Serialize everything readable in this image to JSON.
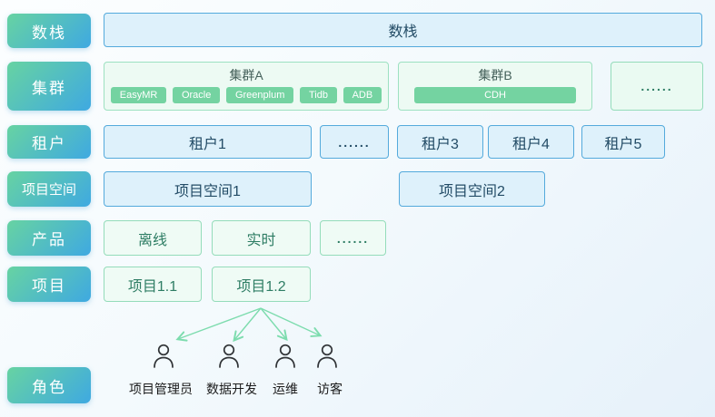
{
  "colors": {
    "accent_gradient_start": "#67d3a2",
    "accent_gradient_end": "#3fa9e1",
    "blue_box_bg": "#def1fb",
    "blue_box_border": "#54aadc",
    "blue_text": "#234c66",
    "green_box_bg": "#effbf5",
    "green_box_border": "#94dcba",
    "green_text": "#2e7d64",
    "chip_bg": "#74d3a1",
    "arrow": "#7ddcae"
  },
  "sidebar": {
    "items": [
      "数栈",
      "集群",
      "租户",
      "项目空间",
      "产品",
      "项目",
      "角色"
    ]
  },
  "stack": {
    "label": "数栈"
  },
  "clusters": {
    "a": {
      "title": "集群A",
      "services": [
        "EasyMR",
        "Oracle",
        "Greenplum",
        "Tidb",
        "ADB"
      ]
    },
    "b": {
      "title": "集群B",
      "services": [
        "CDH"
      ]
    },
    "more": "......"
  },
  "tenants": {
    "items": [
      "租户1",
      "......",
      "租户3",
      "租户4",
      "租户5"
    ]
  },
  "workspaces": {
    "items": [
      "项目空间1",
      "项目空间2"
    ]
  },
  "products": {
    "items": [
      "离线",
      "实时",
      "......"
    ]
  },
  "projects": {
    "items": [
      "项目1.1",
      "项目1.2"
    ]
  },
  "roles": {
    "items": [
      "项目管理员",
      "数据开发",
      "运维",
      "访客"
    ]
  }
}
